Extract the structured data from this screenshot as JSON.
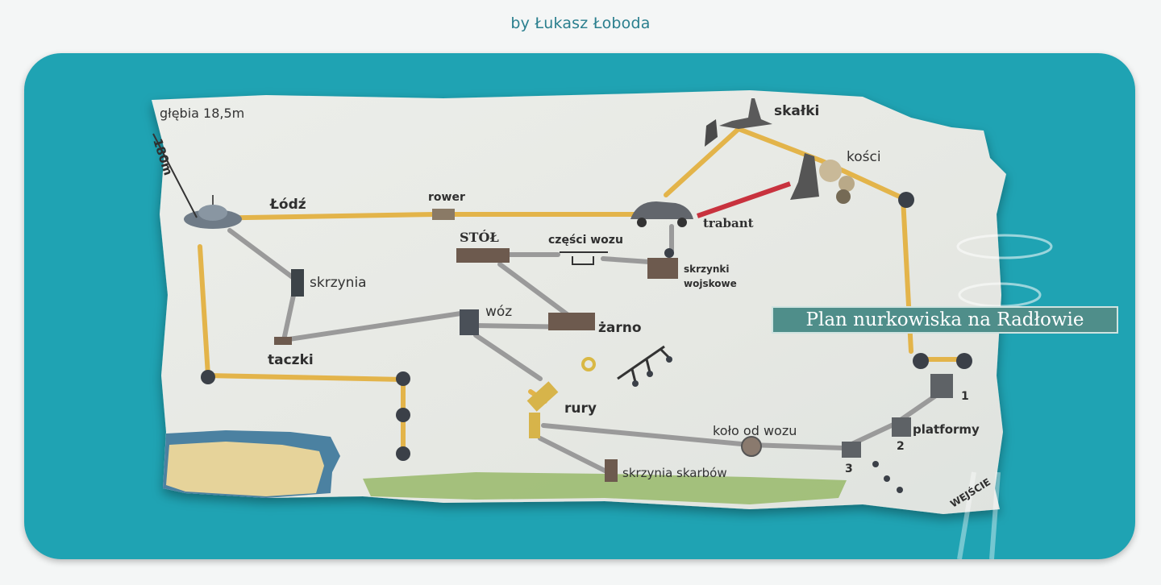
{
  "byline": "by Łukasz Łoboda",
  "map": {
    "caption": "Plan nurkowiska na Radłowie",
    "depth": "głębia 18,5m",
    "distance": "180m",
    "labels": {
      "lodz": "Łódź",
      "rower": "rower",
      "trabant": "trabant",
      "skalki": "skałki",
      "kosci": "kości",
      "stol": "STÓŁ",
      "czesci_wozu": "części wozu",
      "skrzynki_wojskowe_1": "skrzynki",
      "skrzynki_wojskowe_2": "wojskowe",
      "skrzynia": "skrzynia",
      "woz": "wóz",
      "zarno": "żarno",
      "taczki": "taczki",
      "rury": "rury",
      "kolo_od_wozu": "koło od wozu",
      "skrzynia_skarbow": "skrzynia skarbów",
      "platformy": "platformy",
      "platform_1": "1",
      "platform_2": "2",
      "platform_3": "3",
      "wejscie": "WEJŚCIE"
    },
    "colors": {
      "frame": "#1fa3b3",
      "paper": "#e9ebe6",
      "yellow_path": "#e3b44a",
      "grey_path": "#9a9a9a",
      "red_path": "#c8323e",
      "caption_bg": "#4f8e8a",
      "byline": "#2a7f8e"
    }
  }
}
